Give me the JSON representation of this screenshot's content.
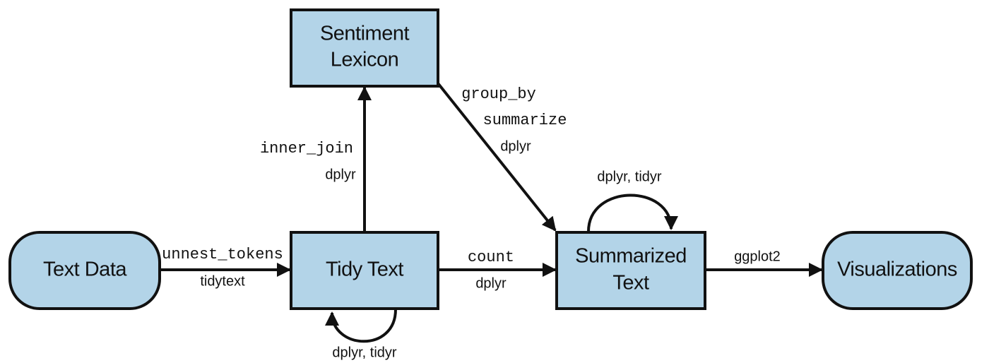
{
  "nodes": {
    "text_data": {
      "label": "Text Data"
    },
    "tidy_text": {
      "label": "Tidy Text"
    },
    "sentiment_lexicon": {
      "line1": "Sentiment",
      "line2": "Lexicon"
    },
    "summarized_text": {
      "line1": "Summarized",
      "line2": "Text"
    },
    "visualizations": {
      "label": "Visualizations"
    }
  },
  "edges": {
    "text_to_tidy": {
      "function": "unnest_tokens",
      "package": "tidytext"
    },
    "tidy_to_lexicon": {
      "function": "inner_join",
      "package": "dplyr"
    },
    "lexicon_to_summarized": {
      "function1": "group_by",
      "function2": "summarize",
      "package": "dplyr"
    },
    "tidy_to_summarized": {
      "function": "count",
      "package": "dplyr"
    },
    "summarized_to_viz": {
      "package": "ggplot2"
    },
    "tidy_self_loop": {
      "package": "dplyr, tidyr"
    },
    "summarized_self_loop": {
      "package": "dplyr, tidyr"
    }
  },
  "colors": {
    "node_fill": "#b3d4e8",
    "stroke": "#111111"
  }
}
